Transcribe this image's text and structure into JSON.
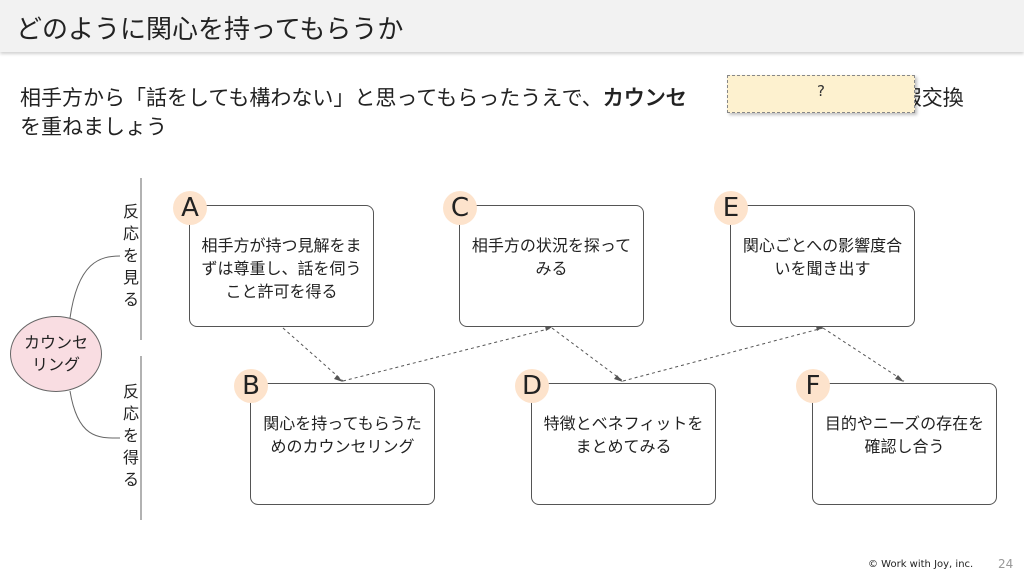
{
  "title": "どのように関心を持ってもらうか",
  "lead": {
    "part1": "相手方から「話をしても構わない」と思ってもらったうえで、",
    "bold": "カウンセ",
    "part2": "情報交換",
    "line2": "を重ねましょう",
    "hidden_label": "?"
  },
  "center": "カウンセリング",
  "side_labels": {
    "top": "反応を見る",
    "bottom": "反応を得る"
  },
  "boxes": {
    "A": {
      "letter": "A",
      "text": "相手方が持つ見解をまずは尊重し、話を伺うこと許可を得る"
    },
    "B": {
      "letter": "B",
      "text": "関心を持ってもらうためのカウンセリング"
    },
    "C": {
      "letter": "C",
      "text": "相手方の状況を探ってみる"
    },
    "D": {
      "letter": "D",
      "text": "特徴とベネフィットをまとめてみる"
    },
    "E": {
      "letter": "E",
      "text": "関心ごとへの影響度合いを聞き出す"
    },
    "F": {
      "letter": "F",
      "text": "目的やニーズの存在を確認し合う"
    }
  },
  "footer": {
    "copyright": "© Work with Joy, inc.",
    "page": "24"
  }
}
